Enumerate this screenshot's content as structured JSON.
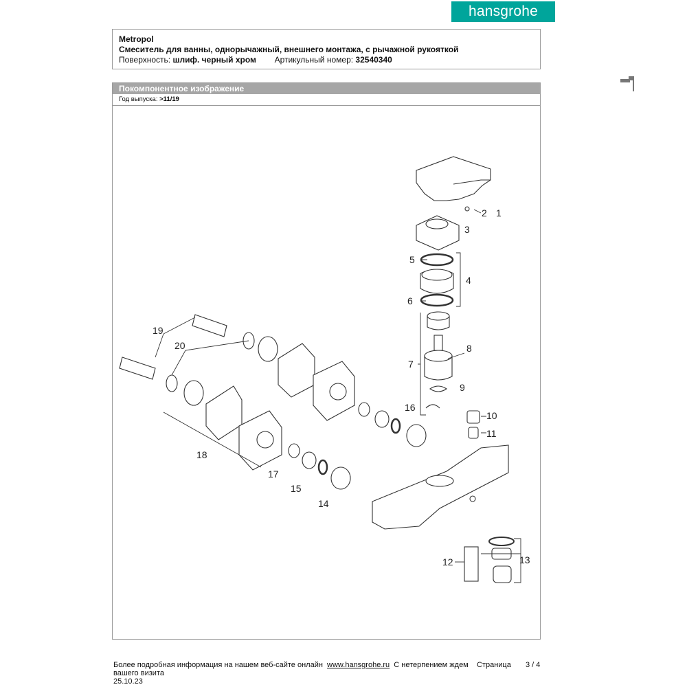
{
  "brand": {
    "logo": "hansgrohe",
    "color": "#00a59b"
  },
  "header": {
    "series": "Metropol",
    "product": "Смеситель для ванны, однорычажный, внешнего монтажа, с рычажной рукояткой",
    "surface_label": "Поверхность:",
    "surface_value": "шлиф. черный хром",
    "article_label": "Артикульный номер:",
    "article_value": "32540340"
  },
  "section": {
    "title": "Покомпонентное изображение",
    "year_label": "Год выпуска:",
    "year_value": ">11/19"
  },
  "diagram": {
    "part_labels": [
      "1",
      "2",
      "3",
      "4",
      "5",
      "6",
      "7",
      "8",
      "9",
      "10",
      "11",
      "12",
      "13",
      "14",
      "15",
      "16",
      "17",
      "18",
      "19",
      "20"
    ]
  },
  "footer": {
    "info": "Более подробная информация на нашем веб-сайте онлайн",
    "url": "www.hansgrohe.ru",
    "welcome_1": "С нетерпением ждем",
    "welcome_2": "вашего визита",
    "date": "25.10.23",
    "page_label": "Страница",
    "page_value": "3 / 4"
  }
}
